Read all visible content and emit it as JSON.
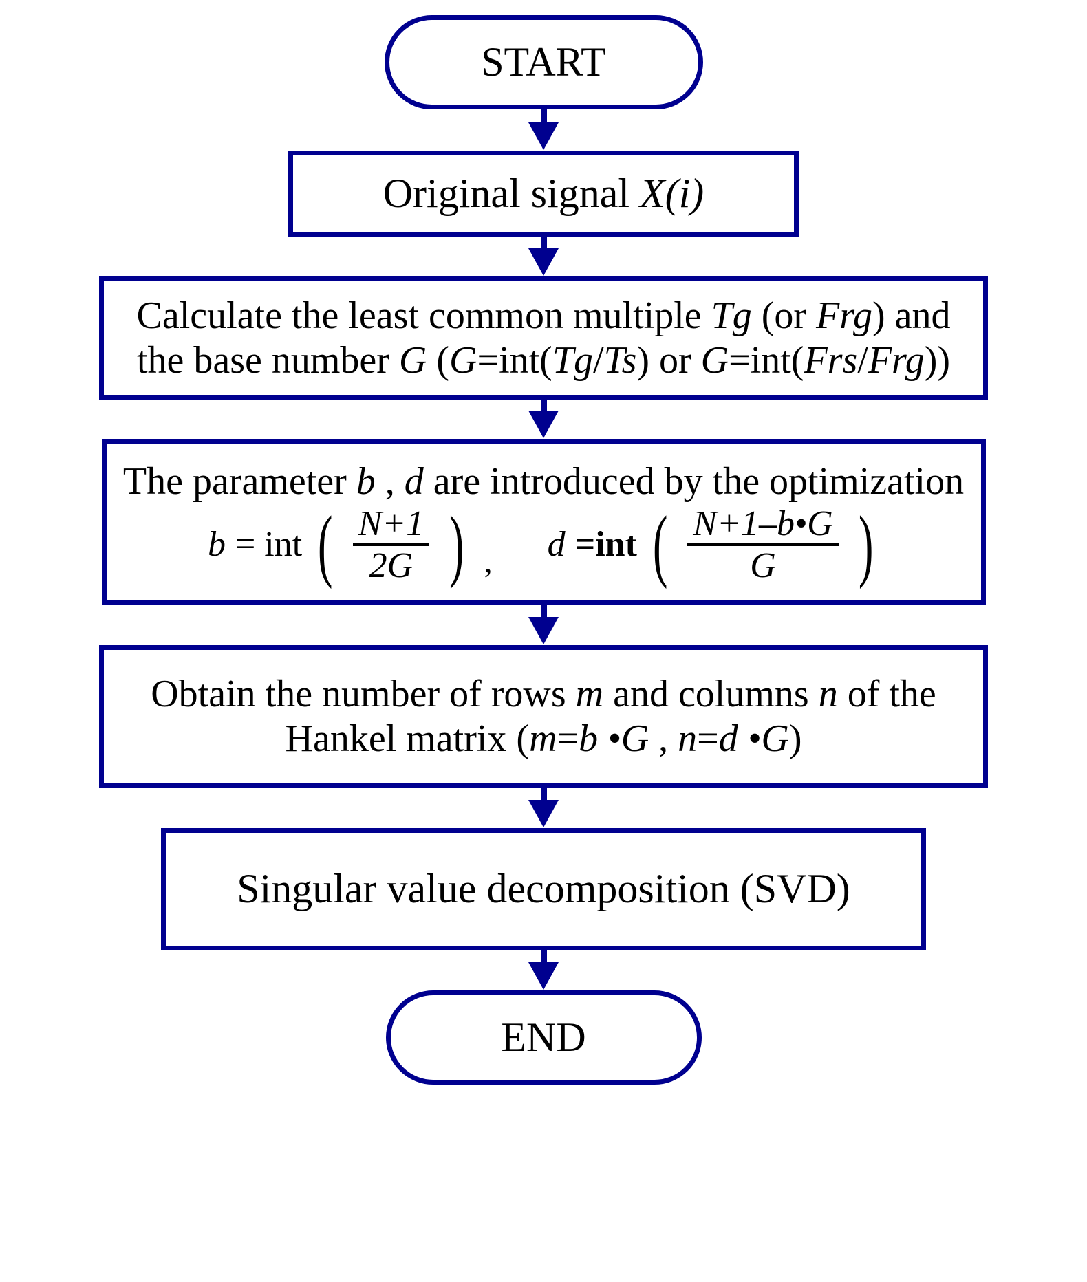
{
  "diagram": {
    "title": "Flowchart of Hankel matrix construction and SVD",
    "accent_color": "#00008f",
    "background": "#ffffff",
    "text_color": "#000000"
  },
  "nodes": {
    "start": {
      "shape": "terminator",
      "label": "START"
    },
    "signal": {
      "shape": "process",
      "text_plain": "Original signal X(i)",
      "prefix": "Original signal ",
      "var": "X(i)"
    },
    "lcm": {
      "shape": "process",
      "line1": {
        "a": "Calculate the least common multiple ",
        "v1": "Tg",
        "b": " (or ",
        "v2": "Frg",
        "c": ") and"
      },
      "line2": {
        "a": "the base number ",
        "v1": "G",
        "b": " (",
        "v2": "G",
        "c": "=int(",
        "v3": "Tg",
        "d": "/",
        "v4": "Ts",
        "e": ") or ",
        "v5": "G",
        "f": "=int(",
        "v6": "Frs",
        "g": "/",
        "v7": "Frg",
        "h": "))"
      }
    },
    "param": {
      "shape": "process",
      "line1": {
        "a": "The parameter ",
        "v1": "b",
        "b": " , ",
        "v2": "d",
        "c": " are introduced by the optimization"
      },
      "formula_b": {
        "lhs": "b",
        "eq": "= int",
        "numerator": "N+1",
        "denominator": "2G"
      },
      "separator": ",",
      "formula_d": {
        "lhs": "d",
        "eq": "=int",
        "numerator": "N+1–b•G",
        "denominator": "G"
      }
    },
    "hankel": {
      "shape": "process",
      "line1": {
        "a": "Obtain the number of rows ",
        "v1": "m",
        "b": " and columns ",
        "v2": "n",
        "c": " of the"
      },
      "line2": {
        "a": "Hankel matrix (",
        "v1": "m",
        "b": "=",
        "v2": "b •G",
        "c": " , ",
        "v3": "n",
        "d": "=",
        "v4": "d •G",
        "e": ")"
      }
    },
    "svd": {
      "shape": "process",
      "label": "Singular value decomposition (SVD)"
    },
    "end": {
      "shape": "terminator",
      "label": "END"
    }
  },
  "connectors": [
    {
      "from": "start",
      "to": "signal"
    },
    {
      "from": "signal",
      "to": "lcm"
    },
    {
      "from": "lcm",
      "to": "param"
    },
    {
      "from": "param",
      "to": "hankel"
    },
    {
      "from": "hankel",
      "to": "svd"
    },
    {
      "from": "svd",
      "to": "end"
    }
  ]
}
